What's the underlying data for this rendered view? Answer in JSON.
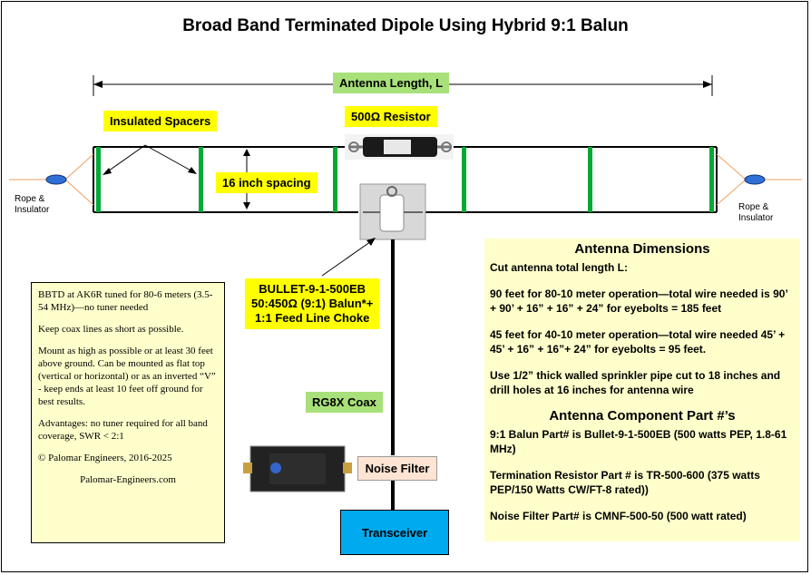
{
  "title": "Broad Band Terminated Dipole Using Hybrid 9:1 Balun",
  "labels": {
    "antenna_length": "Antenna Length, L",
    "insulated_spacers": "Insulated Spacers",
    "resistor": "500Ω Resistor",
    "spacing": "16 inch spacing",
    "rope_left": "Rope &\nInsulator",
    "rope_right": "Rope &\nInsulator",
    "balun": "BULLET-9-1-500EB\n50:450Ω (9:1) Balun*+\n1:1 Feed Line Choke",
    "coax": "RG8X Coax",
    "noise_filter": "Noise Filter",
    "transceiver": "Transceiver"
  },
  "notes": {
    "p1": "BBTD at AK6R tuned for 80-6 meters (3.5-54 MHz)—no tuner needed",
    "p2": "Keep coax lines as short as possible.",
    "p3": "Mount as high as possible or at least 30 feet above ground. Can be mounted as flat top (vertical or horizontal) or as an inverted “V” - keep ends at least 10 feet off ground for best results.",
    "p4": "Advantages: no tuner required for all band coverage, SWR < 2:1",
    "p5": "© Palomar Engineers, 2016-2025",
    "p6": "Palomar-Engineers.com"
  },
  "dimensions": {
    "heading": "Antenna Dimensions",
    "cut": "Cut antenna total length L:",
    "d90": "90 feet for 80-10 meter operation—total wire needed is 90’ + 90’ + 16” + 16” + 24” for eyebolts = 185 feet",
    "d45": "45 feet for 40-10 meter operation—total wire needed 45’ + 45’ + 16” + 16”+ 24” for eyebolts = 95 feet.",
    "pipe": "Use 1/2” thick walled sprinkler pipe cut to 18 inches and drill holes at 16 inches for antenna wire",
    "parts_heading": "Antenna Component Part #’s",
    "balun_part": "9:1 Balun Part# is Bullet-9-1-500EB (500 watts PEP, 1.8-61 MHz)",
    "resistor_part": "Termination Resistor Part # is TR-500-600 (375 watts PEP/150 Watts CW/FT-8 rated))",
    "filter_part": "Noise Filter Part# is CMNF-500-50 (500 watt rated)"
  },
  "colors": {
    "spacer": "#00aa33",
    "label_yellow": "#ffff00",
    "label_green": "#a8e07a",
    "note_bg": "#ffffcc",
    "transceiver": "#00aaee",
    "noise_filter_bg": "#ffe4d4",
    "insulator": "#2f6fd6",
    "rope": "#f0a060"
  }
}
